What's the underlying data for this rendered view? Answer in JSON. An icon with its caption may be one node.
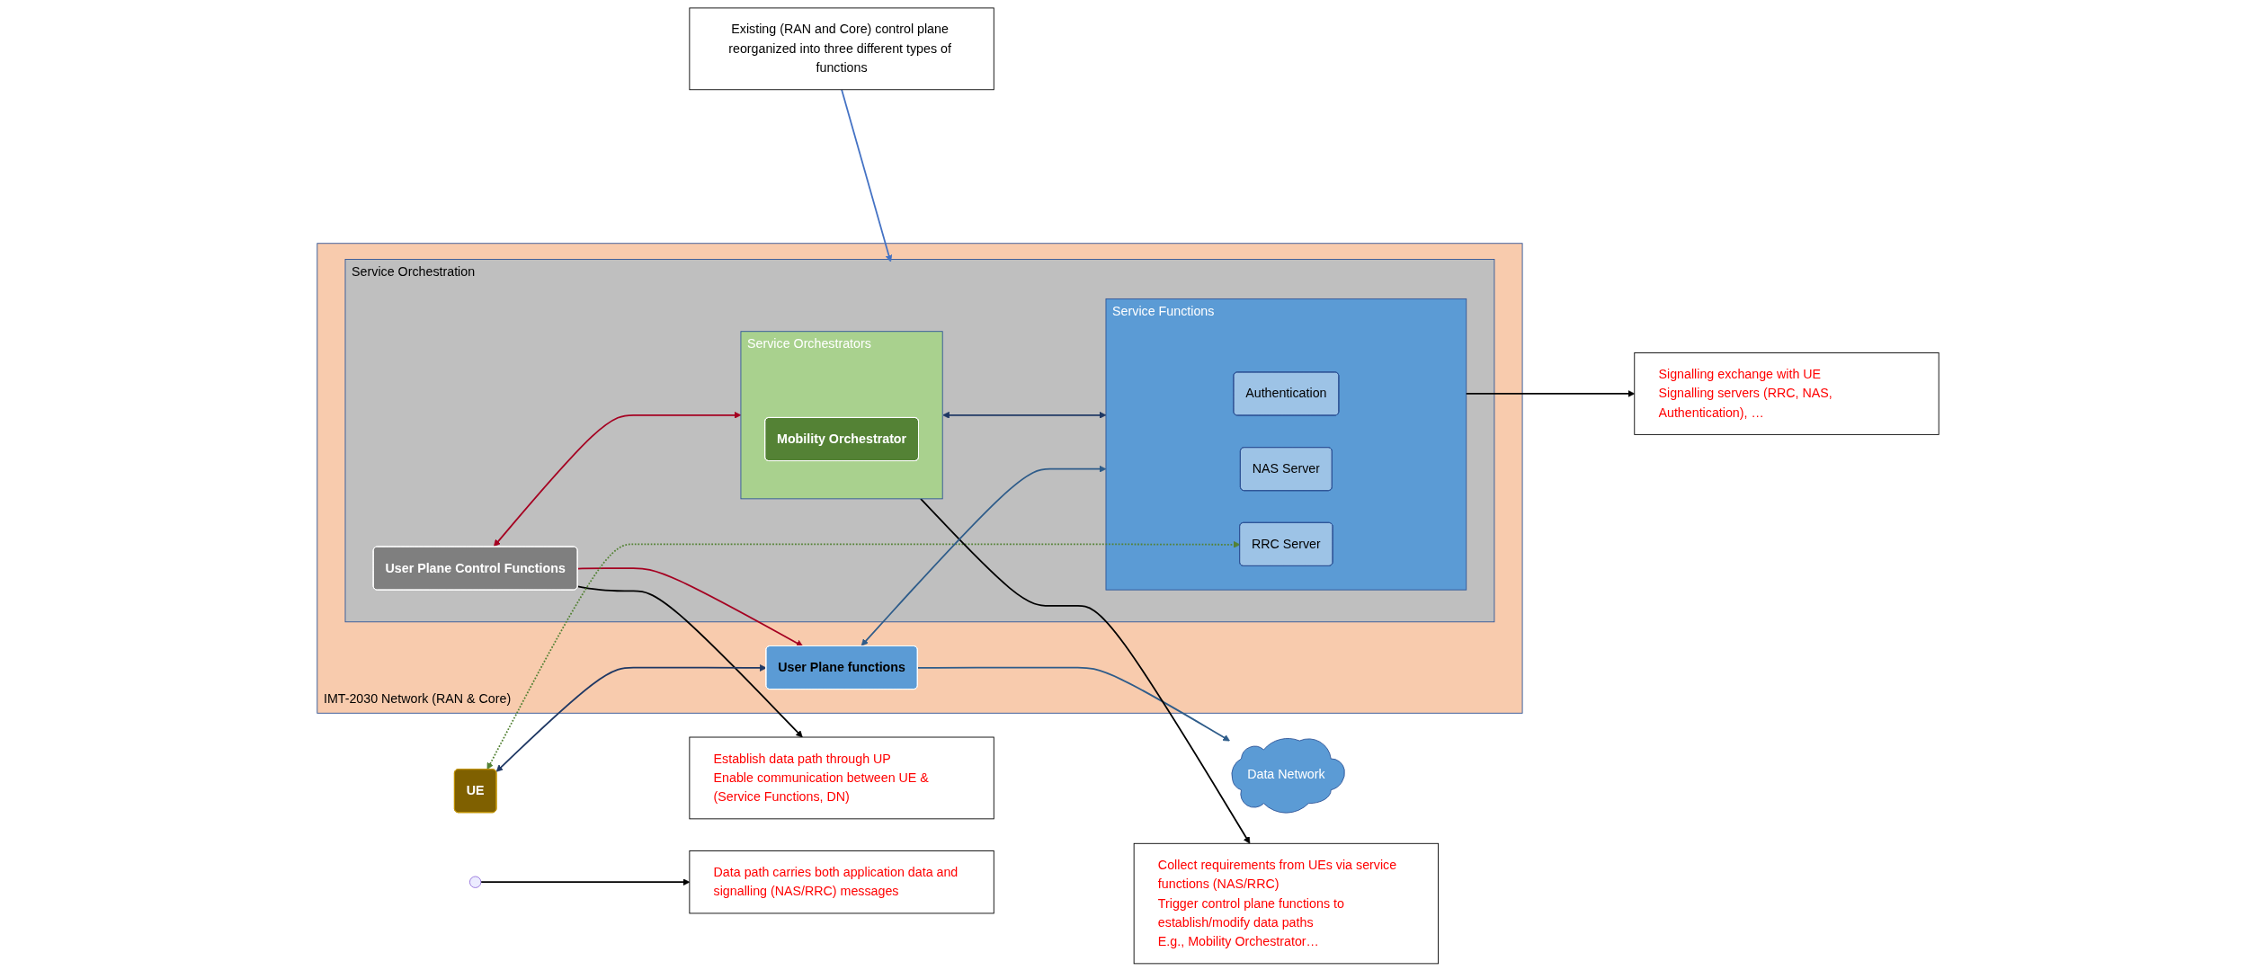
{
  "diagram": {
    "nodes": [
      {
        "text": [
          "Existing (RAN and Core) control plane reorganized into three different types of functions"
        ]
      },
      {
        "text": [
          "IMT-2030 Network (RAN & Core)"
        ]
      },
      {
        "text": [
          "Service Orchestration"
        ],
        "in": 1
      },
      {
        "text": [
          "User Plane Control Functions"
        ],
        "in": 2
      },
      {
        "text": [
          "Service Orchestrators"
        ],
        "in": 2
      },
      {
        "text": [
          "Mobility Orchestrator"
        ],
        "in": 4
      },
      {
        "text": [
          "Service Functions"
        ],
        "in": 2
      },
      {
        "text": [
          "Authentication"
        ],
        "in": 6
      },
      {
        "text": [
          "NAS Server"
        ],
        "in": 6
      },
      {
        "text": [
          "RRC Server"
        ],
        "in": 6
      },
      {
        "text": [
          "User Plane functions"
        ],
        "in": 1
      },
      {
        "text": [
          "UE"
        ]
      },
      {
        "text": [
          "Data Network"
        ]
      },
      {
        "text": [
          "Establish data path through UP",
          "Enable communication between UE & (Service Functions, DN)"
        ]
      },
      {
        "text": [
          "Collect requirements from UEs via service functions (NAS/RRC)",
          "Trigger control plane functions to establish/modify data paths",
          "E.g., Mobility Orchestrator…"
        ]
      },
      {
        "text": [
          "Data path carries both application data and signalling (NAS/RRC) messages"
        ]
      },
      {
        "text": [
          "Signalling exchange with UE",
          "Signalling servers (RRC, NAS, Authentication), …"
        ]
      }
    ],
    "edges": [
      {
        "from": 0,
        "to": 2,
        "arrow": "to",
        "color": "#4472c4"
      },
      {
        "from": 3,
        "to": 4,
        "arrow": "both",
        "color": "#a50021"
      },
      {
        "from": 3,
        "to": 10,
        "arrow": "to",
        "color": "#a50021"
      },
      {
        "from": 3,
        "to": 13,
        "arrow": "to"
      },
      {
        "from": 4,
        "to": 14,
        "arrow": "to"
      },
      {
        "from": 4,
        "to": 6,
        "arrow": "both",
        "color": "#1f3864"
      },
      {
        "from": 11,
        "to": 10,
        "arrow": "both",
        "color": "#1f3864"
      },
      {
        "from": 10,
        "to": 6,
        "arrow": "both",
        "color": "#2e5c8a"
      },
      {
        "from": 10,
        "to": 12,
        "arrow": "to",
        "color": "#2e5c8a"
      },
      {
        "from": 11,
        "to": 9,
        "arrow": "both",
        "style": "dashed",
        "color": "#548235"
      },
      {
        "from": null,
        "to": 15,
        "arrow": "to"
      },
      {
        "from": 6,
        "to": 16,
        "arrow": "to"
      }
    ]
  }
}
